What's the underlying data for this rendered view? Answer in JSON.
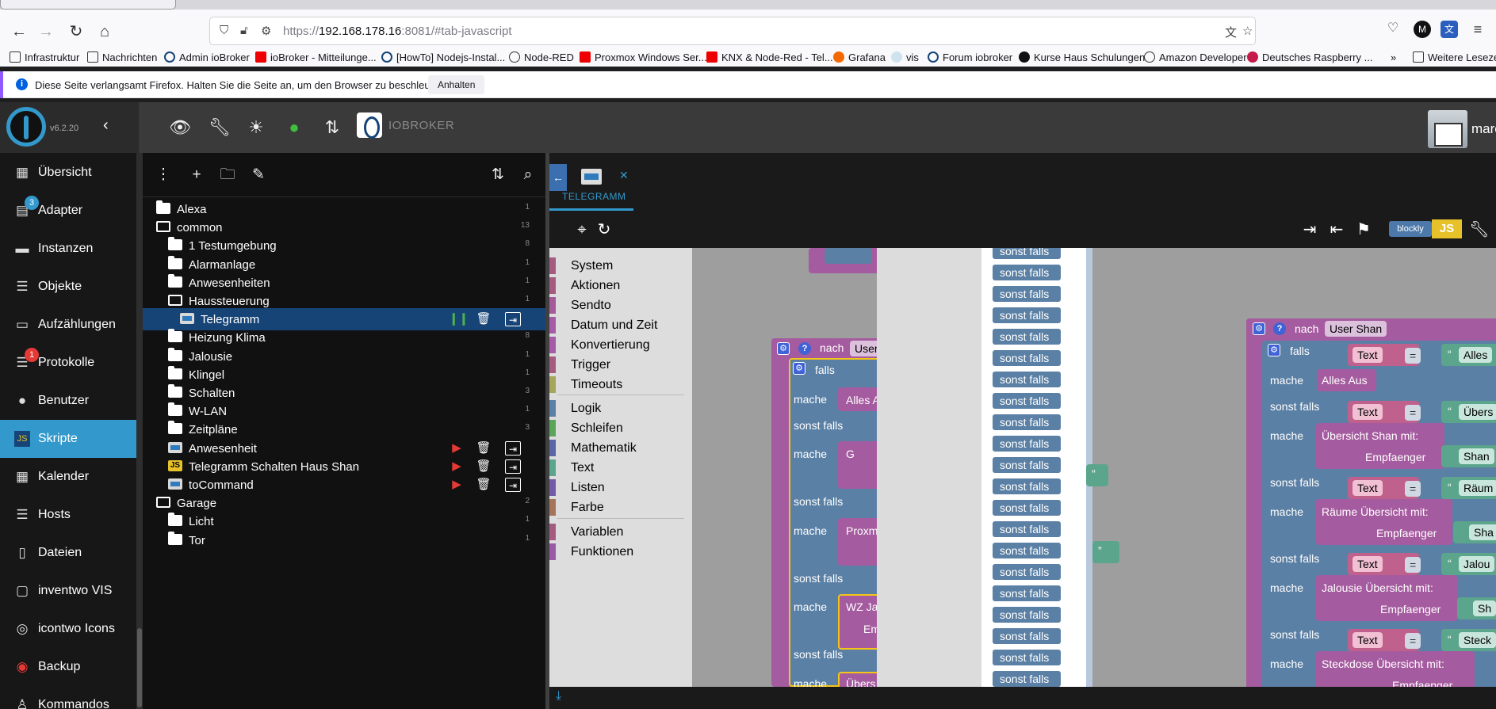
{
  "browser": {
    "url_proto": "https://",
    "url_host": "192.168.178.16",
    "url_rest": ":8081/#tab-javascript"
  },
  "bookmarks": [
    "Infrastruktur",
    "Nachrichten",
    "Admin ioBroker",
    "ioBroker - Mitteilunge...",
    "[HowTo] Nodejs-Instal...",
    "Node-RED",
    "Proxmox Windows Ser...",
    "KNX & Node-Red - Tel...",
    "Grafana",
    "vis",
    "Forum iobroker",
    "Kurse Haus Schulungen",
    "Amazon Developer",
    "Deutsches Raspberry ...",
    "Weitere Lesezeichen"
  ],
  "notification": {
    "message": "Diese Seite verlangsamt Firefox. Halten Sie die Seite an, um den Browser zu beschleunigen.",
    "button": "Anhalten"
  },
  "app": {
    "version": "v6.2.20",
    "header_title": "IOBROKER",
    "user": "marco"
  },
  "nav": [
    {
      "label": "Übersicht",
      "icon": "grid-icon"
    },
    {
      "label": "Adapter",
      "icon": "store-icon",
      "badge": "3"
    },
    {
      "label": "Instanzen",
      "icon": "instances-icon"
    },
    {
      "label": "Objekte",
      "icon": "list-icon"
    },
    {
      "label": "Aufzählungen",
      "icon": "enum-icon"
    },
    {
      "label": "Protokolle",
      "icon": "log-icon",
      "badge": "1"
    },
    {
      "label": "Benutzer",
      "icon": "user-icon"
    },
    {
      "label": "Skripte",
      "icon": "js-icon"
    },
    {
      "label": "Kalender",
      "icon": "calendar-icon"
    },
    {
      "label": "Hosts",
      "icon": "hosts-icon"
    },
    {
      "label": "Dateien",
      "icon": "files-icon"
    },
    {
      "label": "inventwo VIS",
      "icon": "vis-icon"
    },
    {
      "label": "icontwo Icons",
      "icon": "icons-icon"
    },
    {
      "label": "Backup",
      "icon": "backup-icon"
    },
    {
      "label": "Kommandos",
      "icon": "commands-icon"
    }
  ],
  "tree": [
    {
      "name": "Alexa",
      "type": "closed",
      "level": 0,
      "count": "1"
    },
    {
      "name": "common",
      "type": "open",
      "level": 0,
      "count": "13"
    },
    {
      "name": "1 Testumgebung",
      "type": "closed",
      "level": 1,
      "count": "8"
    },
    {
      "name": "Alarmanlage",
      "type": "closed",
      "level": 1,
      "count": "1"
    },
    {
      "name": "Anwesenheiten",
      "type": "closed",
      "level": 1,
      "count": "1"
    },
    {
      "name": "Haussteuerung",
      "type": "open",
      "level": 1,
      "count": "1"
    },
    {
      "name": "Telegramm",
      "type": "script",
      "level": 2,
      "count": "",
      "selected": true,
      "state": "running"
    },
    {
      "name": "Heizung Klima",
      "type": "closed",
      "level": 1,
      "count": "8"
    },
    {
      "name": "Jalousie",
      "type": "closed",
      "level": 1,
      "count": "1"
    },
    {
      "name": "Klingel",
      "type": "closed",
      "level": 1,
      "count": "1"
    },
    {
      "name": "Schalten",
      "type": "closed",
      "level": 1,
      "count": "3"
    },
    {
      "name": "W-LAN",
      "type": "closed",
      "level": 1,
      "count": "1"
    },
    {
      "name": "Zeitpläne",
      "type": "closed",
      "level": 1,
      "count": "3"
    },
    {
      "name": "Anwesenheit",
      "type": "script",
      "level": 1,
      "count": "",
      "state": "stopped"
    },
    {
      "name": "Telegramm Schalten Haus Shan",
      "type": "js",
      "level": 1,
      "count": "",
      "state": "stopped"
    },
    {
      "name": "toCommand",
      "type": "script",
      "level": 1,
      "count": "",
      "state": "stopped"
    },
    {
      "name": "Garage",
      "type": "open",
      "level": 0,
      "count": "2"
    },
    {
      "name": "Licht",
      "type": "closed",
      "level": 1,
      "count": "1"
    },
    {
      "name": "Tor",
      "type": "closed",
      "level": 1,
      "count": "1"
    }
  ],
  "editor": {
    "tab_label": "TELEGRAMM",
    "mode_blockly": "blockly",
    "mode_js": "JS"
  },
  "toolbox": [
    {
      "label": "System",
      "color": "#a55b80"
    },
    {
      "label": "Aktionen",
      "color": "#a55b80"
    },
    {
      "label": "Sendto",
      "color": "#a55b99"
    },
    {
      "label": "Datum und Zeit",
      "color": "#a55ba5"
    },
    {
      "label": "Konvertierung",
      "color": "#a55ba5"
    },
    {
      "label": "Trigger",
      "color": "#a55b80"
    },
    {
      "label": "Timeouts",
      "color": "#a5a55b"
    },
    {
      "label": "Logik",
      "color": "#5b80a5"
    },
    {
      "label": "Schleifen",
      "color": "#5ba55b"
    },
    {
      "label": "Mathematik",
      "color": "#5b67a5"
    },
    {
      "label": "Text",
      "color": "#5ba58c"
    },
    {
      "label": "Listen",
      "color": "#745ba5"
    },
    {
      "label": "Farbe",
      "color": "#a5745b"
    },
    {
      "label": "Variablen",
      "color": "#a55b80"
    },
    {
      "label": "Funktionen",
      "color": "#995ba5"
    }
  ],
  "blocks": {
    "flyout_label": "sonst falls",
    "falls": "falls",
    "mache": "mache",
    "sonst_falls": "sonst falls",
    "nach": "nach",
    "user_left": "User",
    "user_right": "User Shan",
    "text_dd": "Text",
    "eq": "=",
    "left_values": [
      "Alles A",
      "G",
      "Proxm",
      "WZ Ja",
      "Em",
      "Übers"
    ],
    "right": {
      "c1": "Alles",
      "a1": "Alles Aus",
      "c2": "Übers",
      "a2": "Übersicht Shan  mit:",
      "emp": "Empfaenger",
      "s2": "Shan",
      "c3": "Räum",
      "a3": "Räume Übersicht  mit:",
      "s3": "Sha",
      "c4": "Jalou",
      "a4": "Jalousie Übersicht  mit:",
      "s4": "Sh",
      "c5": "Steck",
      "a5": "Steckdose Übersicht  mit:"
    }
  }
}
